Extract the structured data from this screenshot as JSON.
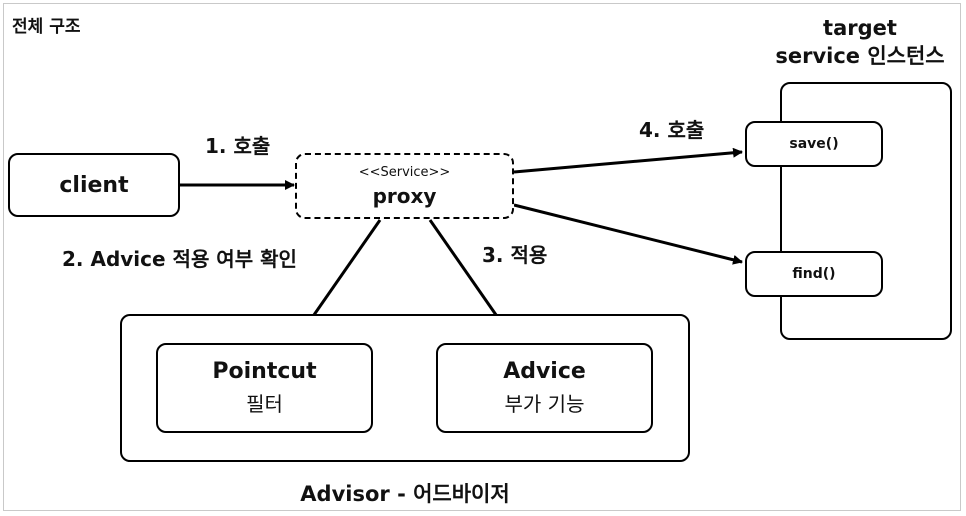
{
  "title": "전체 구조",
  "client": {
    "label": "client"
  },
  "proxy": {
    "stereotype": "<<Service>>",
    "label": "proxy"
  },
  "target": {
    "title_line1": "target",
    "title_line2": "service 인스턴스",
    "methods": [
      "save()",
      "find()"
    ]
  },
  "advisor": {
    "label": "Advisor - 어드바이저",
    "pointcut": {
      "name": "Pointcut",
      "desc": "필터"
    },
    "advice": {
      "name": "Advice",
      "desc": "부가 기능"
    }
  },
  "steps": {
    "call": "1. 호출",
    "check": "2. Advice 적용 여부 확인",
    "apply": "3. 적용",
    "call_target": "4. 호출"
  },
  "colors": {
    "stroke": "#000000",
    "frame": "#c9c9c9",
    "background": "#ffffff"
  }
}
